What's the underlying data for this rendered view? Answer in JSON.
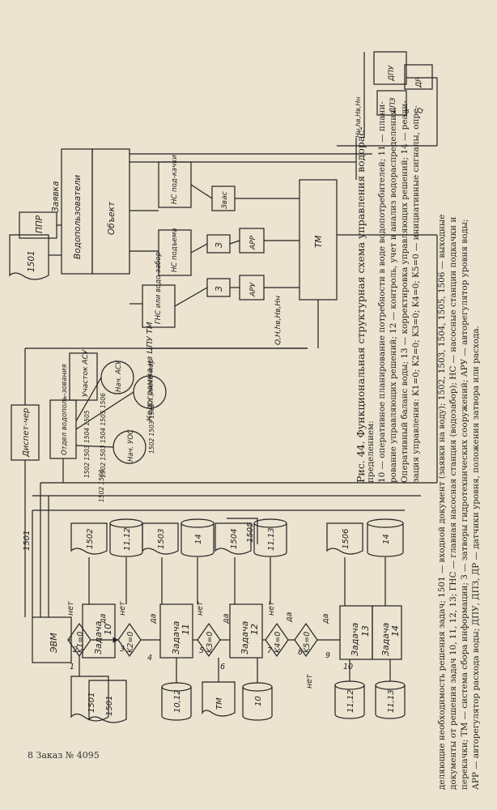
{
  "caption": {
    "title": "Рис. 44. Функциональная структурная схема управления водорас-",
    "lines": [
      "пределением:",
      "10 — оперативное планирование потребности в воде водопотребителей; 11 — плани-",
      "рование управляющих решений; 12 — контроль, учет и анализ водораспределения.",
      "Оперативный баланс воды; 13 — корректировка управляющих решений; 14 — реали-",
      "зация управления: K1=0; K2=0; K3=0; K4=0; K5=0 — инициативные сигналы, опре-",
      "деляющие необходимость решения задач; 1501 — входной документ (заявки на воду); 1502, 1503, 1504, 1505, 1506 — выходные",
      "документы от решения задач 10, 11, 12, 13; ГНС — главная насосная станция (водозабор); НС — насосные станции подкачки и",
      "перекачки; ТМ — система сбора информации; З — затворы гидротехнических сооружений; АРУ — авторегулятор уровня воды;",
      "АРР — авторегулятор расхода воды; ДПУ, ДПЗ, ДР — датчики уровня, положения затвора или расхода."
    ]
  },
  "footer": "8 Заказ № 4095",
  "blocks": {
    "evm": "ЭВМ",
    "zadacha": "Задача",
    "t10": "10",
    "t11": "11",
    "t12": "12",
    "t13": "13",
    "t14": "14",
    "dispatcher": "Диспет-чер",
    "otdel": "Отдел водополь-зования",
    "uchastok": "Участок АСУ",
    "nach_asu": "Нач. АСУ",
    "gl_ing": "Гл. инже-нер",
    "nach_uos": "Нач. УОС",
    "ppr": "ППР",
    "zayavka": "Заявка",
    "vodopolzovateli": "Водопользователи",
    "obekt": "Объект",
    "gns": "ГНС или водо-забор",
    "ns_podema": "НС подъема",
    "ns_podkachki": "НС под-качки",
    "z": "З",
    "zvas": "Звас",
    "aru": "АРУ",
    "arr": "АРР",
    "tm": "ТМ",
    "dpu": "ДПУ",
    "dpz": "ДПЗ",
    "dr": "ДР",
    "kodogramma": "Кодограмма из ЦПУ ТМ"
  },
  "decisions": [
    "K1=0",
    "K2=0",
    "K3=0",
    "K4=0",
    "K5=0"
  ],
  "labels": {
    "da": "да",
    "net": "нет",
    "meas": "Q,H,hв,Hв,Hн",
    "meas_top": "Hн,hв,Hв,Hн",
    "q": "Q",
    "alpha": "α"
  },
  "docs": {
    "d1501": "1501",
    "d1502": "1502",
    "d1503": "1503",
    "d1504": "1504",
    "d1505": "1505",
    "d1506": "1506",
    "list1": "1502 1503 1504 1505",
    "list2": "1502 1503 1504 1505 1506",
    "list3": "1502 1503 1505",
    "list4": "1502 1503"
  },
  "stores": {
    "s1112": "11,12",
    "s14": "14",
    "s1113": "11,13",
    "s1012": "10,12",
    "s10": "10",
    "tm": "ТМ"
  },
  "nums": [
    "1",
    "2",
    "3",
    "4",
    "5",
    "6",
    "7",
    "8",
    "9",
    "10"
  ]
}
